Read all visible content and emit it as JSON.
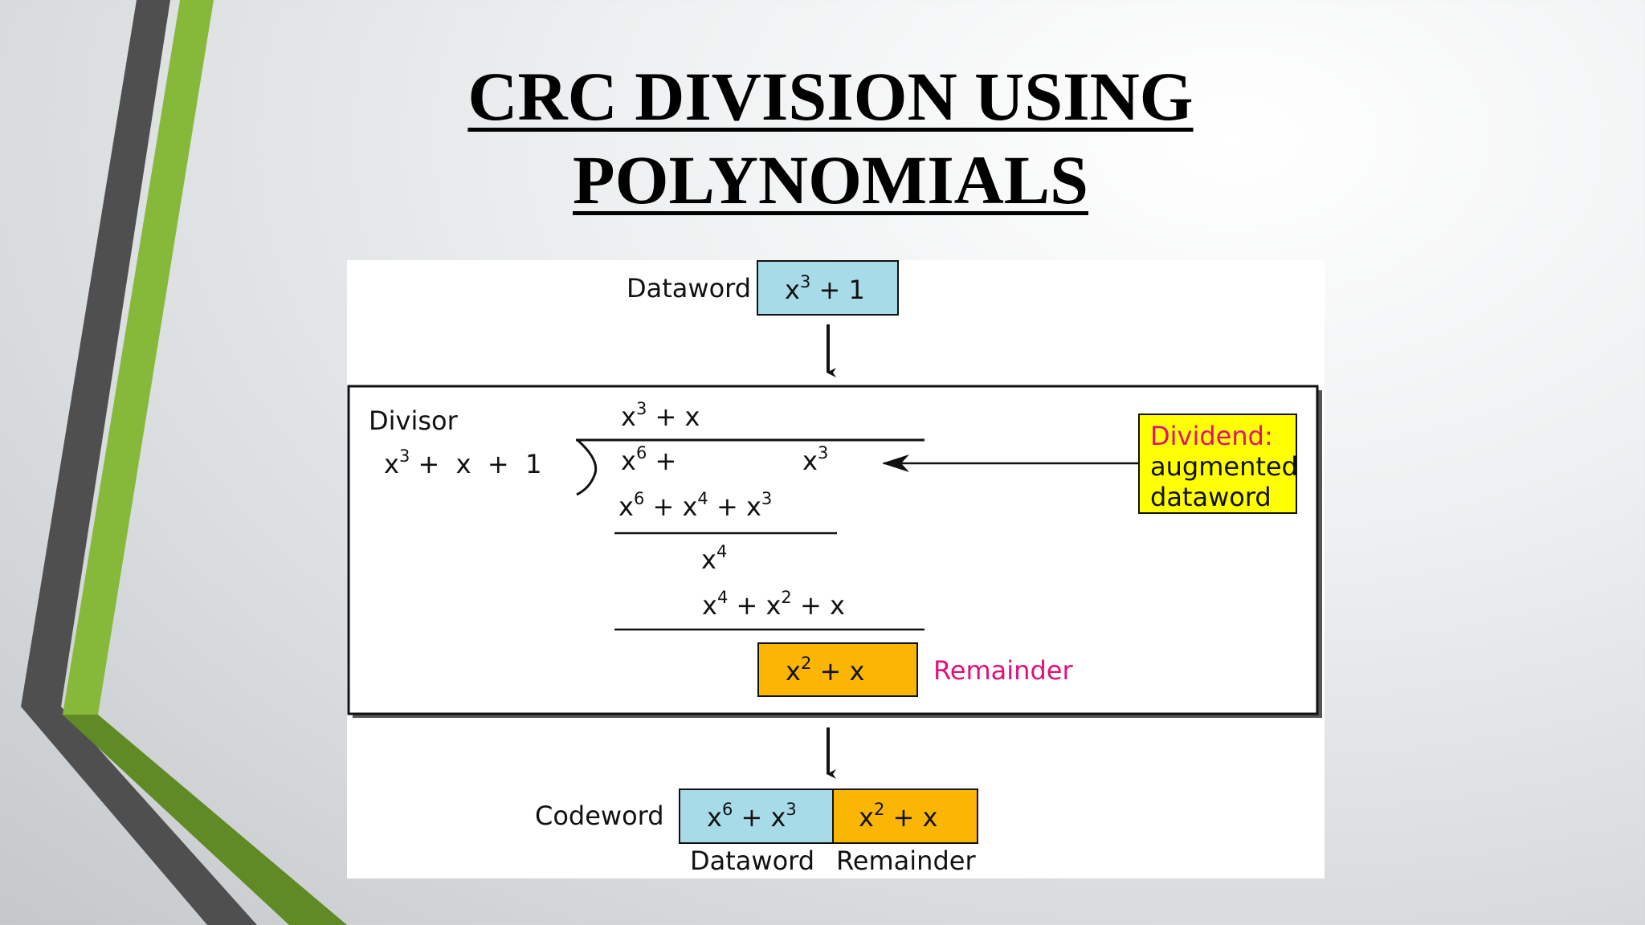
{
  "slide": {
    "title_line1": "CRC DIVISION USING",
    "title_line2": "POLYNOMIALS"
  },
  "diagram": {
    "dataword_label": "Dataword",
    "dataword_poly": [
      "x",
      "3",
      " + 1"
    ],
    "divisor_label": "Divisor",
    "divisor_poly": [
      "x",
      "3",
      " +  x  +  1"
    ],
    "quotient": [
      "x",
      "3",
      " + x"
    ],
    "dividend_row": [
      "x",
      "6",
      " +",
      "x",
      "3"
    ],
    "subtract_row1": [
      "x",
      "6",
      " + ",
      "x",
      "4",
      " + ",
      "x",
      "3"
    ],
    "result_row1": [
      "x",
      "4"
    ],
    "subtract_row2": [
      "x",
      "4",
      " + ",
      "x",
      "2",
      " + x"
    ],
    "remainder_poly": [
      "x",
      "2",
      " + x"
    ],
    "remainder_label": "Remainder",
    "dividend_note": {
      "line1": "Dividend:",
      "line2": "augmented",
      "line3": "dataword"
    },
    "codeword_label": "Codeword",
    "codeword_data": [
      "x",
      "6",
      " + ",
      "x",
      "3"
    ],
    "codeword_rem": [
      "x",
      "2",
      " + x"
    ],
    "codeword_data_caption": "Dataword",
    "codeword_rem_caption": "Remainder"
  },
  "colors": {
    "dataword_box": "#a8dbe8",
    "remainder_box": "#fbb604",
    "note_box": "#ffff00",
    "note_title": "#e0107a",
    "accent_green": "#8cb83c",
    "accent_gray": "#4a4a4a"
  }
}
